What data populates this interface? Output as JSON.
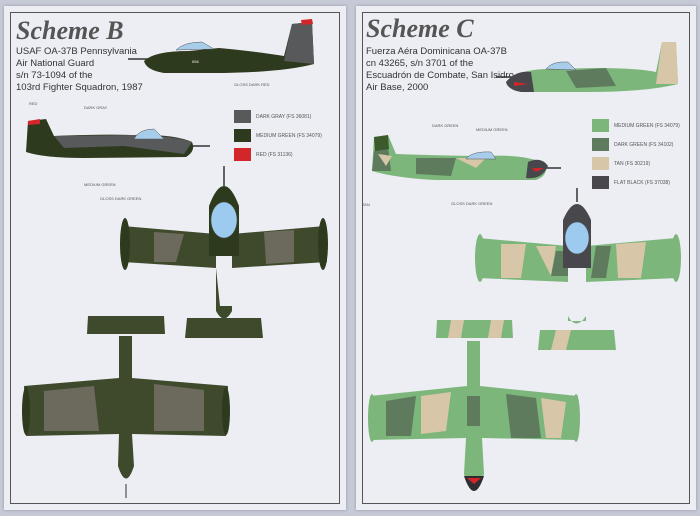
{
  "scheme_b": {
    "title": "Scheme B",
    "description": [
      "USAF OA-37B Pennsylvania",
      "Air National Guard",
      "s/n 73-1094 of the",
      "103rd Fighter Squadron, 1987"
    ],
    "legend": [
      {
        "label": "DARK GRAY (FS 36081)",
        "color": "#58595b"
      },
      {
        "label": "MEDIUM GREEN (FS 34079)",
        "color": "#2e3a1e"
      },
      {
        "label": "RED (FS 31136)",
        "color": "#d3262b"
      }
    ],
    "callouts": {
      "red": "RED",
      "dark_gray": "DARK GRAY",
      "medium_green": "MEDIUM GREEN",
      "gloss_dark_green": "GLOSS DARK GREEN",
      "gloss_dark_red": "GLOSS DARK RED"
    },
    "serial": "094"
  },
  "scheme_c": {
    "title": "Scheme C",
    "description": [
      "Fuerza Aéra Dominicana OA-37B",
      "cn 43265, s/n 3701 of the",
      "Escuadrón de Combate, San Isidro",
      "Air Base, 2000"
    ],
    "legend": [
      {
        "label": "MEDIUM GREEN (FS 34079)",
        "color": "#7db67b"
      },
      {
        "label": "DARK GREEN (FS 34102)",
        "color": "#5e7b5e"
      },
      {
        "label": "TAN (FS 30219)",
        "color": "#d7c6a8"
      },
      {
        "label": "FLAT BLACK (FS 37038)",
        "color": "#48484c"
      }
    ],
    "callouts": {
      "dark_green": "DARK GREEN",
      "medium_green": "MEDIUM GREEN",
      "tan": "TAN",
      "gloss_dark_green": "GLOSS DARK GREEN"
    }
  }
}
